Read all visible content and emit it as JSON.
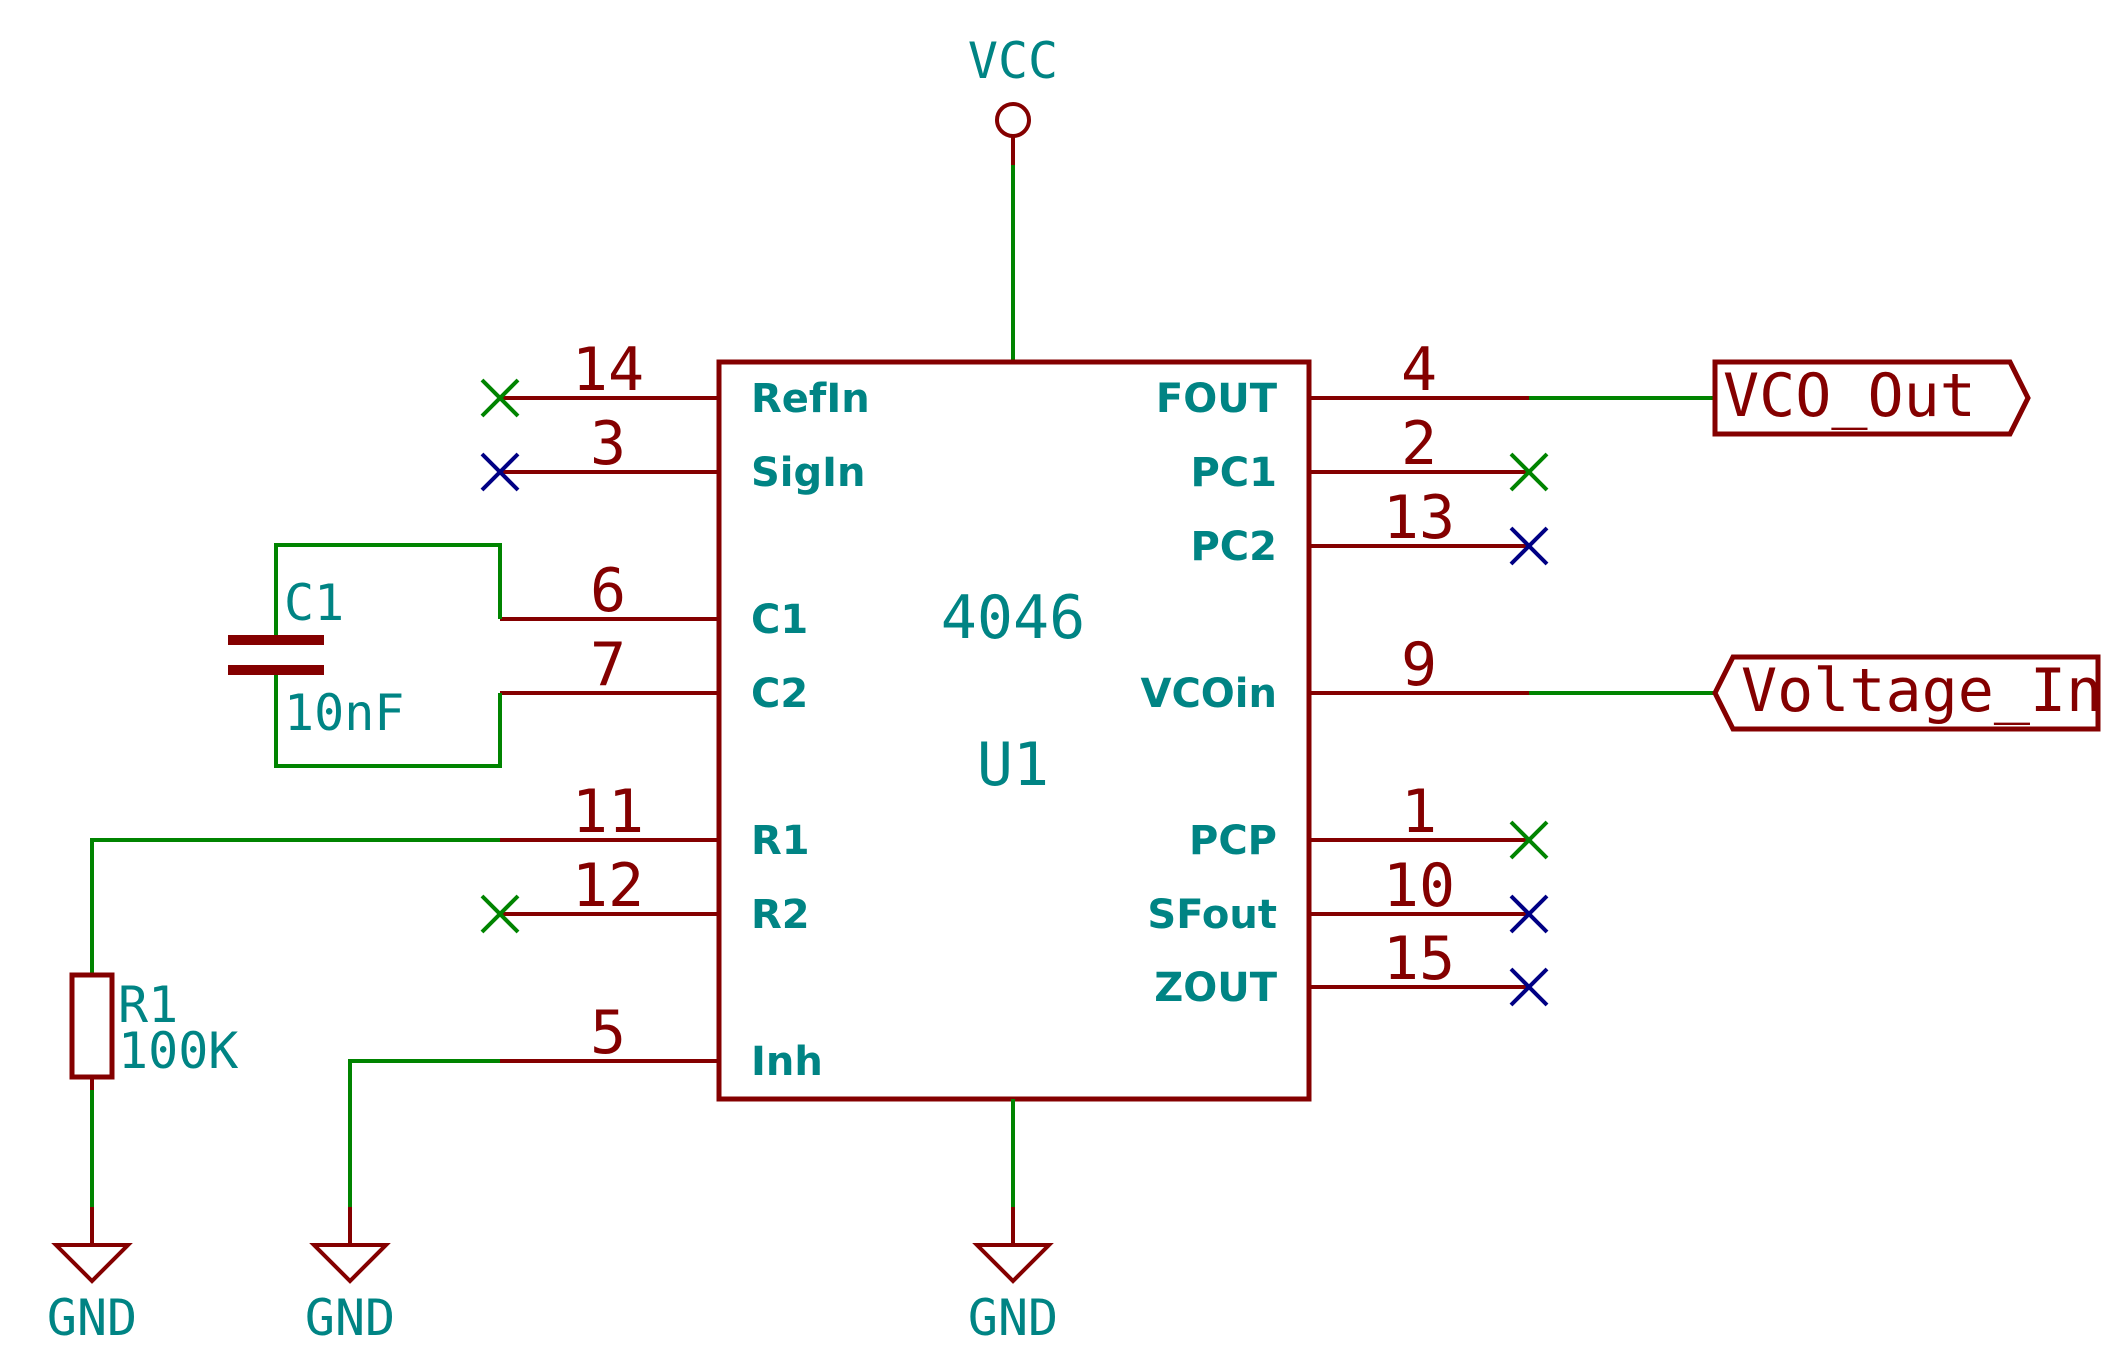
{
  "power": {
    "vcc_label": "VCC",
    "gnd_labels": [
      "GND",
      "GND",
      "GND"
    ]
  },
  "ic": {
    "value": "4046",
    "reference": "U1",
    "left_pins": [
      {
        "number": "14",
        "name": "RefIn"
      },
      {
        "number": "3",
        "name": "SigIn"
      },
      {
        "number": "6",
        "name": "C1"
      },
      {
        "number": "7",
        "name": "C2"
      },
      {
        "number": "11",
        "name": "R1"
      },
      {
        "number": "12",
        "name": "R2"
      },
      {
        "number": "5",
        "name": "Inh"
      }
    ],
    "right_pins": [
      {
        "number": "4",
        "name": "FOUT"
      },
      {
        "number": "2",
        "name": "PC1"
      },
      {
        "number": "13",
        "name": "PC2"
      },
      {
        "number": "9",
        "name": "VCOin"
      },
      {
        "number": "1",
        "name": "PCP"
      },
      {
        "number": "10",
        "name": "SFout"
      },
      {
        "number": "15",
        "name": "ZOUT"
      }
    ]
  },
  "capacitor": {
    "reference": "C1",
    "value": "10nF"
  },
  "resistor": {
    "reference": "R1",
    "value": "100K"
  },
  "net_labels": {
    "output": "VCO_Out",
    "input": "Voltage_In"
  },
  "colors": {
    "component": "#840000",
    "wire": "#008400",
    "text": "#008484",
    "no_connect_green": "#008400",
    "no_connect_blue": "#000084",
    "background": "#ffffff"
  }
}
